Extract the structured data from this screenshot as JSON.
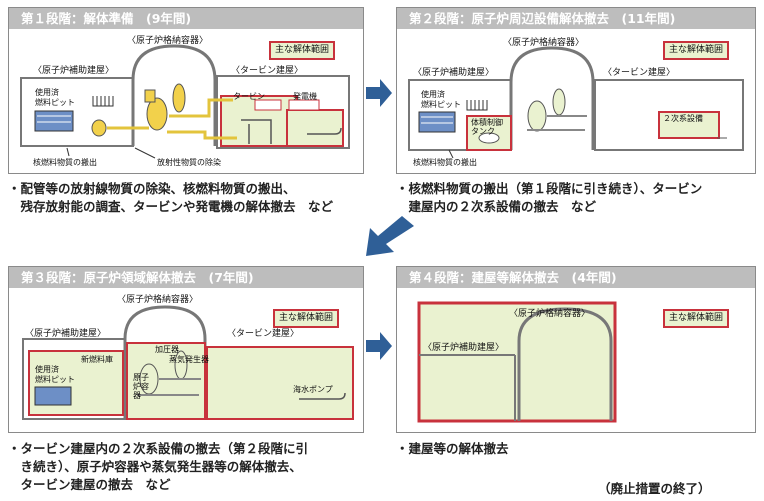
{
  "range_label": "主な解体範囲",
  "stage1": {
    "title": "第１段階：解体準備　(9年間)",
    "containment": "〈原子炉格納容器〉",
    "aux": "〈原子炉補助建屋〉",
    "turbine": "〈タービン建屋〉",
    "pool_line1": "使用済",
    "pool_line2": "燃料ピット",
    "turbine_unit": "タービン",
    "generator": "発電機",
    "fuel_removal": "核燃料物質の搬出",
    "decontam": "放射性物質の除染",
    "desc": [
      "・配管等の放射線物質の除染、核燃料物質の搬出、",
      "　残存放射能の調査、タービンや発電機の解体撤去　など"
    ]
  },
  "stage2": {
    "title": "第２段階：原子炉周辺設備解体撤去　(11年間)",
    "containment": "〈原子炉格納容器〉",
    "aux": "〈原子炉補助建屋〉",
    "turbine": "〈タービン建屋〉",
    "pool_line1": "使用済",
    "pool_line2": "燃料ピット",
    "tank_line1": "体積制御",
    "tank_line2": "タンク",
    "secondary": "２次系設備",
    "fuel_removal": "核燃料物質の搬出",
    "desc": [
      "・核燃料物質の搬出（第１段階に引き続き）、タービン",
      "　建屋内の２次系設備の撤去　など"
    ]
  },
  "stage3": {
    "title": "第３段階：原子炉領域解体撤去　(7年間)",
    "containment": "〈原子炉格納容器〉",
    "aux": "〈原子炉補助建屋〉",
    "turbine": "〈タービン建屋〉",
    "new_fuel": "新燃料庫",
    "pool_line1": "使用済",
    "pool_line2": "燃料ピット",
    "pressurizer": "加圧器",
    "steam_gen": "蒸気発生器",
    "vessel_line1": "原子",
    "vessel_line2": "炉容",
    "vessel_line3": "器",
    "seawater_pump": "海水ポンプ",
    "desc": [
      "・タービン建屋内の２次系設備の撤去（第２段階に引",
      "　き続き）、原子炉容器や蒸気発生器等の解体撤去、",
      "　タービン建屋の撤去　など"
    ]
  },
  "stage4": {
    "title": "第４段階：建屋等解体撤去　(4年間)",
    "containment": "〈原子炉格納容器〉",
    "aux": "〈原子炉補助建屋〉",
    "desc": [
      "・建屋等の解体撤去"
    ]
  },
  "footer": "（廃止措置の終了）",
  "colors": {
    "header": "#bdbdbd",
    "range_border": "#c8323c",
    "range_fill": "#eaf2d0",
    "arrow": "#2f5f97",
    "equipment": "#f2d14b",
    "pool": "#6d8fc6"
  }
}
